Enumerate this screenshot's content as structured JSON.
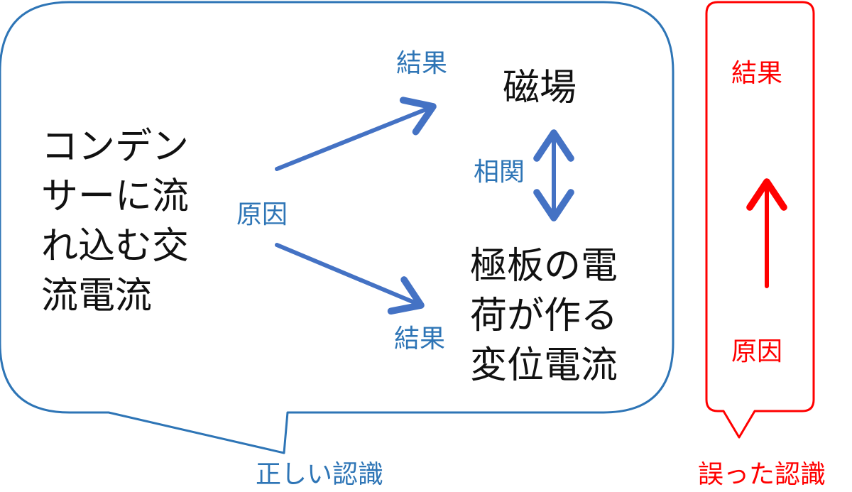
{
  "colors": {
    "correct_frame": "#2e75b6",
    "arrow_blue": "#4472c4",
    "wrong_frame": "#ff0000",
    "text_black": "#111111"
  },
  "correct": {
    "cause_lines": [
      "コンデン",
      "サーに流",
      "れ込む交",
      "流電流"
    ],
    "cause_label": "原因",
    "result_top_label": "結果",
    "result_top": "磁場",
    "correlation_label": "相関",
    "result_bottom_label": "結果",
    "result_bottom_lines": [
      "極板の電",
      "荷が作る",
      "変位電流"
    ],
    "caption": "正しい認識"
  },
  "wrong": {
    "result_label": "結果",
    "cause_label": "原因",
    "caption": "誤った認識"
  }
}
